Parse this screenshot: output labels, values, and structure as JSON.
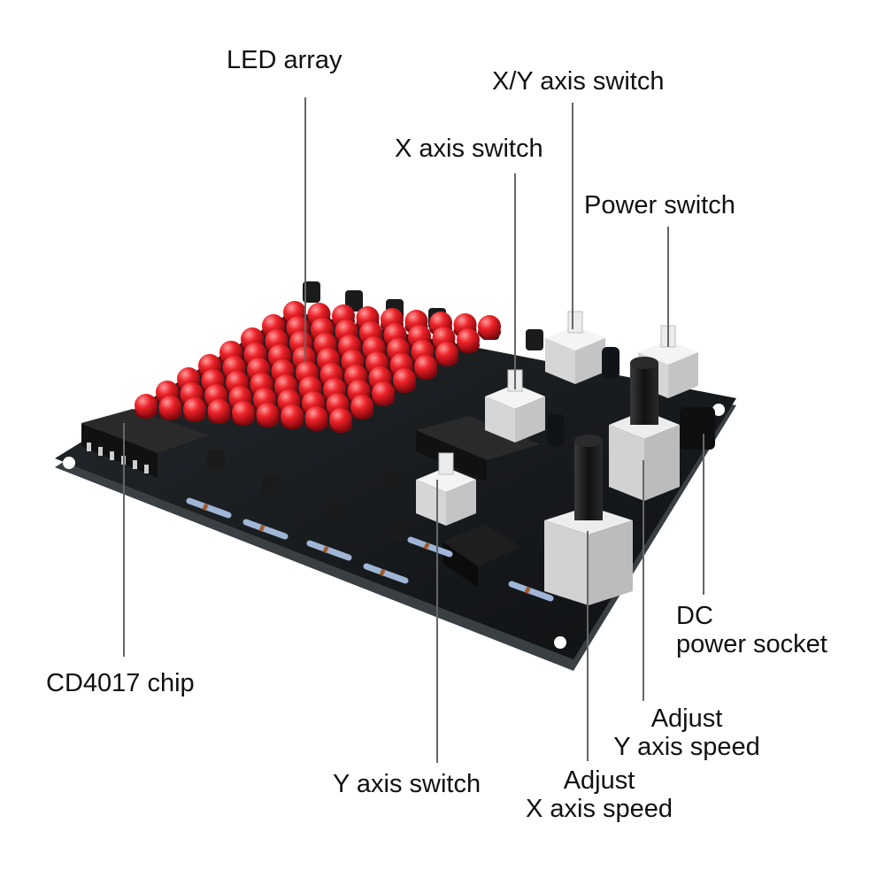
{
  "labels": {
    "led_array": "LED array",
    "xy_axis_switch": "X/Y axis switch",
    "x_axis_switch": "X axis switch",
    "power_switch": "Power switch",
    "cd4017_chip": "CD4017 chip",
    "dc_power_socket_line1": "DC",
    "dc_power_socket_line2": "power socket",
    "adjust_y_speed_line1": "Adjust",
    "adjust_y_speed_line2": "Y axis speed",
    "y_axis_switch": "Y axis switch",
    "adjust_x_speed_line1": "Adjust",
    "adjust_x_speed_line2": "X axis speed"
  },
  "colors": {
    "board": "#141618",
    "board_edge": "#2b2f33",
    "led": "#e0141c",
    "led_highlight": "#ff8a8a",
    "switch_body": "#e9e9e9",
    "knob": "#1a1a1a",
    "pot_body": "#dcdcdc",
    "leader_line": "#666666",
    "text": "#111111"
  },
  "icons": [
    "led-icon",
    "transistor-icon",
    "resistor-icon",
    "ic-chip-icon",
    "push-switch-icon",
    "potentiometer-icon",
    "dc-jack-icon"
  ]
}
